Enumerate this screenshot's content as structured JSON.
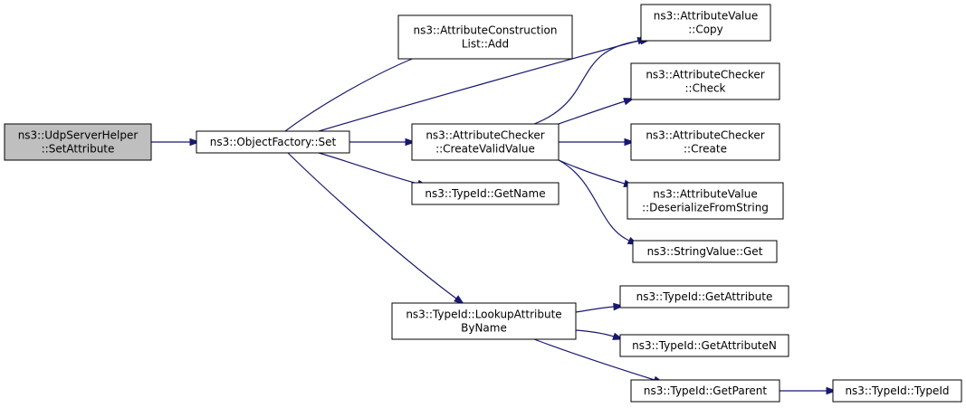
{
  "colors": {
    "node_fill": "#ffffff",
    "root_fill": "#bfbfbf",
    "node_border": "#000000",
    "edge": "#191970"
  },
  "nodes": [
    {
      "id": "udp_set_attribute",
      "lines": [
        "ns3::UdpServerHelper",
        "::SetAttribute"
      ],
      "root": true
    },
    {
      "id": "object_factory_set",
      "lines": [
        "ns3::ObjectFactory::Set"
      ]
    },
    {
      "id": "acl_add",
      "lines": [
        "ns3::AttributeConstruction",
        "List::Add"
      ]
    },
    {
      "id": "checker_create_valid_value",
      "lines": [
        "ns3::AttributeChecker",
        "::CreateValidValue"
      ]
    },
    {
      "id": "typeid_get_name",
      "lines": [
        "ns3::TypeId::GetName"
      ]
    },
    {
      "id": "typeid_lookup_attribute_by_name",
      "lines": [
        "ns3::TypeId::LookupAttribute",
        "ByName"
      ]
    },
    {
      "id": "value_copy",
      "lines": [
        "ns3::AttributeValue",
        "::Copy"
      ]
    },
    {
      "id": "checker_check",
      "lines": [
        "ns3::AttributeChecker",
        "::Check"
      ]
    },
    {
      "id": "checker_create",
      "lines": [
        "ns3::AttributeChecker",
        "::Create"
      ]
    },
    {
      "id": "value_deserialize",
      "lines": [
        "ns3::AttributeValue",
        "::DeserializeFromString"
      ]
    },
    {
      "id": "stringvalue_get",
      "lines": [
        "ns3::StringValue::Get"
      ]
    },
    {
      "id": "typeid_get_attribute",
      "lines": [
        "ns3::TypeId::GetAttribute"
      ]
    },
    {
      "id": "typeid_get_attribute_n",
      "lines": [
        "ns3::TypeId::GetAttributeN"
      ]
    },
    {
      "id": "typeid_get_parent",
      "lines": [
        "ns3::TypeId::GetParent"
      ]
    },
    {
      "id": "typeid_typeid",
      "lines": [
        "ns3::TypeId::TypeId"
      ]
    }
  ],
  "edges": [
    {
      "from": "udp_set_attribute",
      "to": "object_factory_set"
    },
    {
      "from": "object_factory_set",
      "to": "acl_add"
    },
    {
      "from": "object_factory_set",
      "to": "value_copy"
    },
    {
      "from": "object_factory_set",
      "to": "checker_create_valid_value"
    },
    {
      "from": "object_factory_set",
      "to": "typeid_get_name"
    },
    {
      "from": "object_factory_set",
      "to": "typeid_lookup_attribute_by_name"
    },
    {
      "from": "checker_create_valid_value",
      "to": "value_copy"
    },
    {
      "from": "checker_create_valid_value",
      "to": "checker_check"
    },
    {
      "from": "checker_create_valid_value",
      "to": "checker_create"
    },
    {
      "from": "checker_create_valid_value",
      "to": "value_deserialize"
    },
    {
      "from": "checker_create_valid_value",
      "to": "stringvalue_get"
    },
    {
      "from": "typeid_lookup_attribute_by_name",
      "to": "typeid_get_attribute"
    },
    {
      "from": "typeid_lookup_attribute_by_name",
      "to": "typeid_get_attribute_n"
    },
    {
      "from": "typeid_lookup_attribute_by_name",
      "to": "typeid_get_parent"
    },
    {
      "from": "typeid_get_parent",
      "to": "typeid_typeid"
    }
  ]
}
